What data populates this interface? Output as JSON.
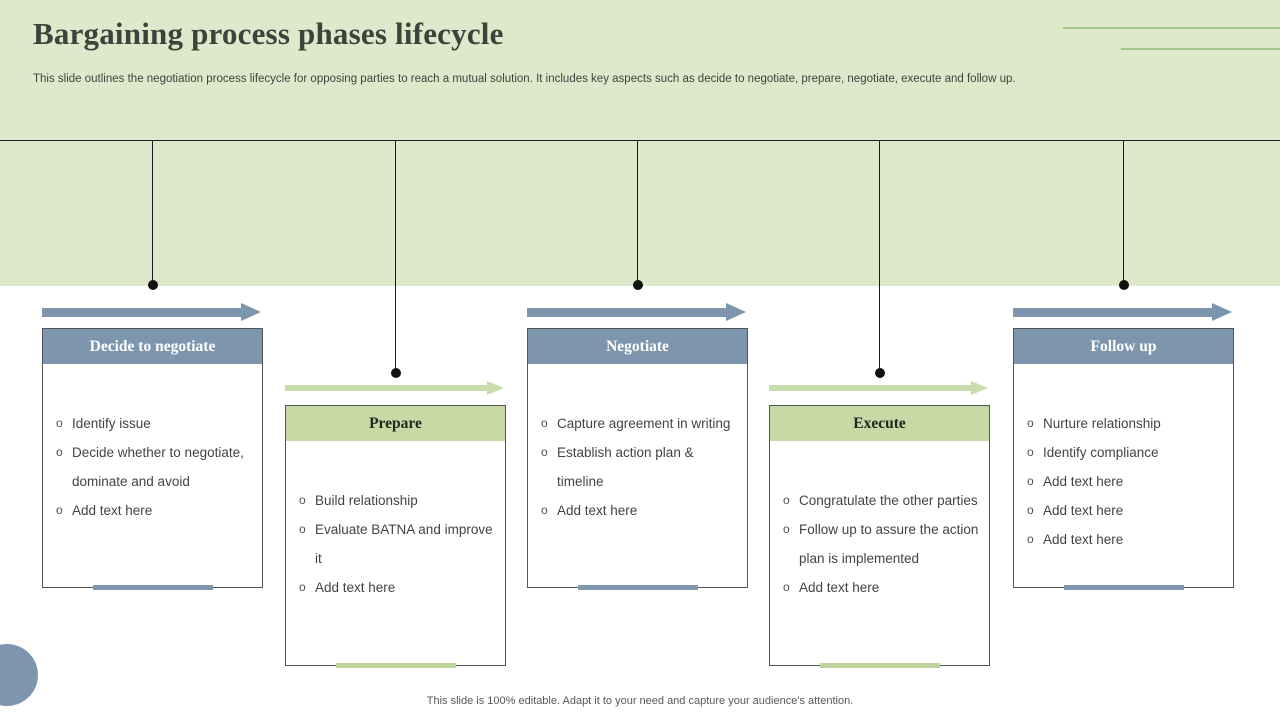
{
  "slide": {
    "title": "Bargaining process phases lifecycle",
    "subtitle": "This slide outlines the negotiation process lifecycle for opposing parties to reach a mutual solution. It includes key aspects such as decide to negotiate, prepare, negotiate, execute and follow up.",
    "footer": "This slide is 100% editable.  Adapt it to your need and capture your audience's attention."
  },
  "colors": {
    "band_green": "#dde9ca",
    "header_green": "#c6daa6",
    "arrow_green": "#c9deae",
    "accent_blue": "#7e96ad",
    "line_black": "#1a1a1a"
  },
  "phases": [
    {
      "name": "Decide to negotiate",
      "variant": "blue",
      "bullets": [
        "Identify issue",
        "Decide whether to negotiate, dominate and avoid",
        "Add text here"
      ]
    },
    {
      "name": "Prepare",
      "variant": "green",
      "bullets": [
        "Build relationship",
        "Evaluate BATNA and improve it",
        "Add text here"
      ]
    },
    {
      "name": "Negotiate",
      "variant": "blue",
      "bullets": [
        "Capture agreement in writing",
        "Establish action plan & timeline",
        "Add text here"
      ]
    },
    {
      "name": "Execute",
      "variant": "green",
      "bullets": [
        "Congratulate the other parties",
        "Follow up to assure the action plan is implemented",
        "Add text here"
      ]
    },
    {
      "name": "Follow up",
      "variant": "blue",
      "bullets": [
        "Nurture relationship",
        "Identify compliance",
        "Add text here",
        "Add text here",
        "Add text here"
      ]
    }
  ]
}
